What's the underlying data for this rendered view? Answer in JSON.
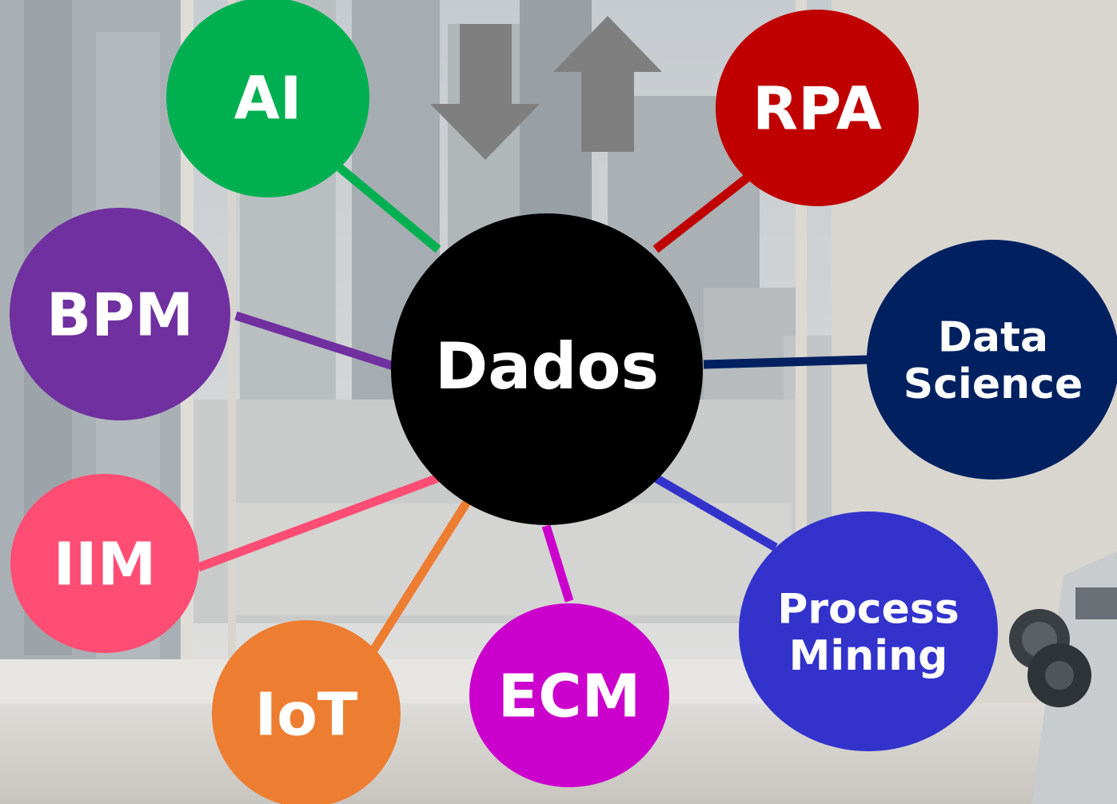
{
  "diagram": {
    "center": {
      "label": "Dados",
      "color": "#000000"
    },
    "nodes": [
      {
        "id": "ai",
        "lines": [
          "AI"
        ],
        "color": "#00b050",
        "connector_color": "#00b050"
      },
      {
        "id": "rpa",
        "lines": [
          "RPA"
        ],
        "color": "#c00000",
        "connector_color": "#c00000"
      },
      {
        "id": "bpm",
        "lines": [
          "BPM"
        ],
        "color": "#7030a0",
        "connector_color": "#7030a0"
      },
      {
        "id": "data-science",
        "lines": [
          "Data",
          "Science"
        ],
        "color": "#002060",
        "connector_color": "#002060"
      },
      {
        "id": "iim",
        "lines": [
          "IIM"
        ],
        "color": "#ff4d73",
        "connector_color": "#ff4d73"
      },
      {
        "id": "process-mining",
        "lines": [
          "Process",
          "Mining"
        ],
        "color": "#3333cc",
        "connector_color": "#3333cc"
      },
      {
        "id": "iot",
        "lines": [
          "IoT"
        ],
        "color": "#ed7d31",
        "connector_color": "#ed7d31"
      },
      {
        "id": "ecm",
        "lines": [
          "ECM"
        ],
        "color": "#cc00cc",
        "connector_color": "#cc00cc"
      }
    ],
    "arrows": {
      "down_icon": "arrow-down-icon",
      "up_icon": "arrow-up-icon",
      "color": "#7f7f7f"
    }
  },
  "background": {
    "description_icon": "city-skyline-background",
    "sky_color": "#cfd4d8"
  }
}
